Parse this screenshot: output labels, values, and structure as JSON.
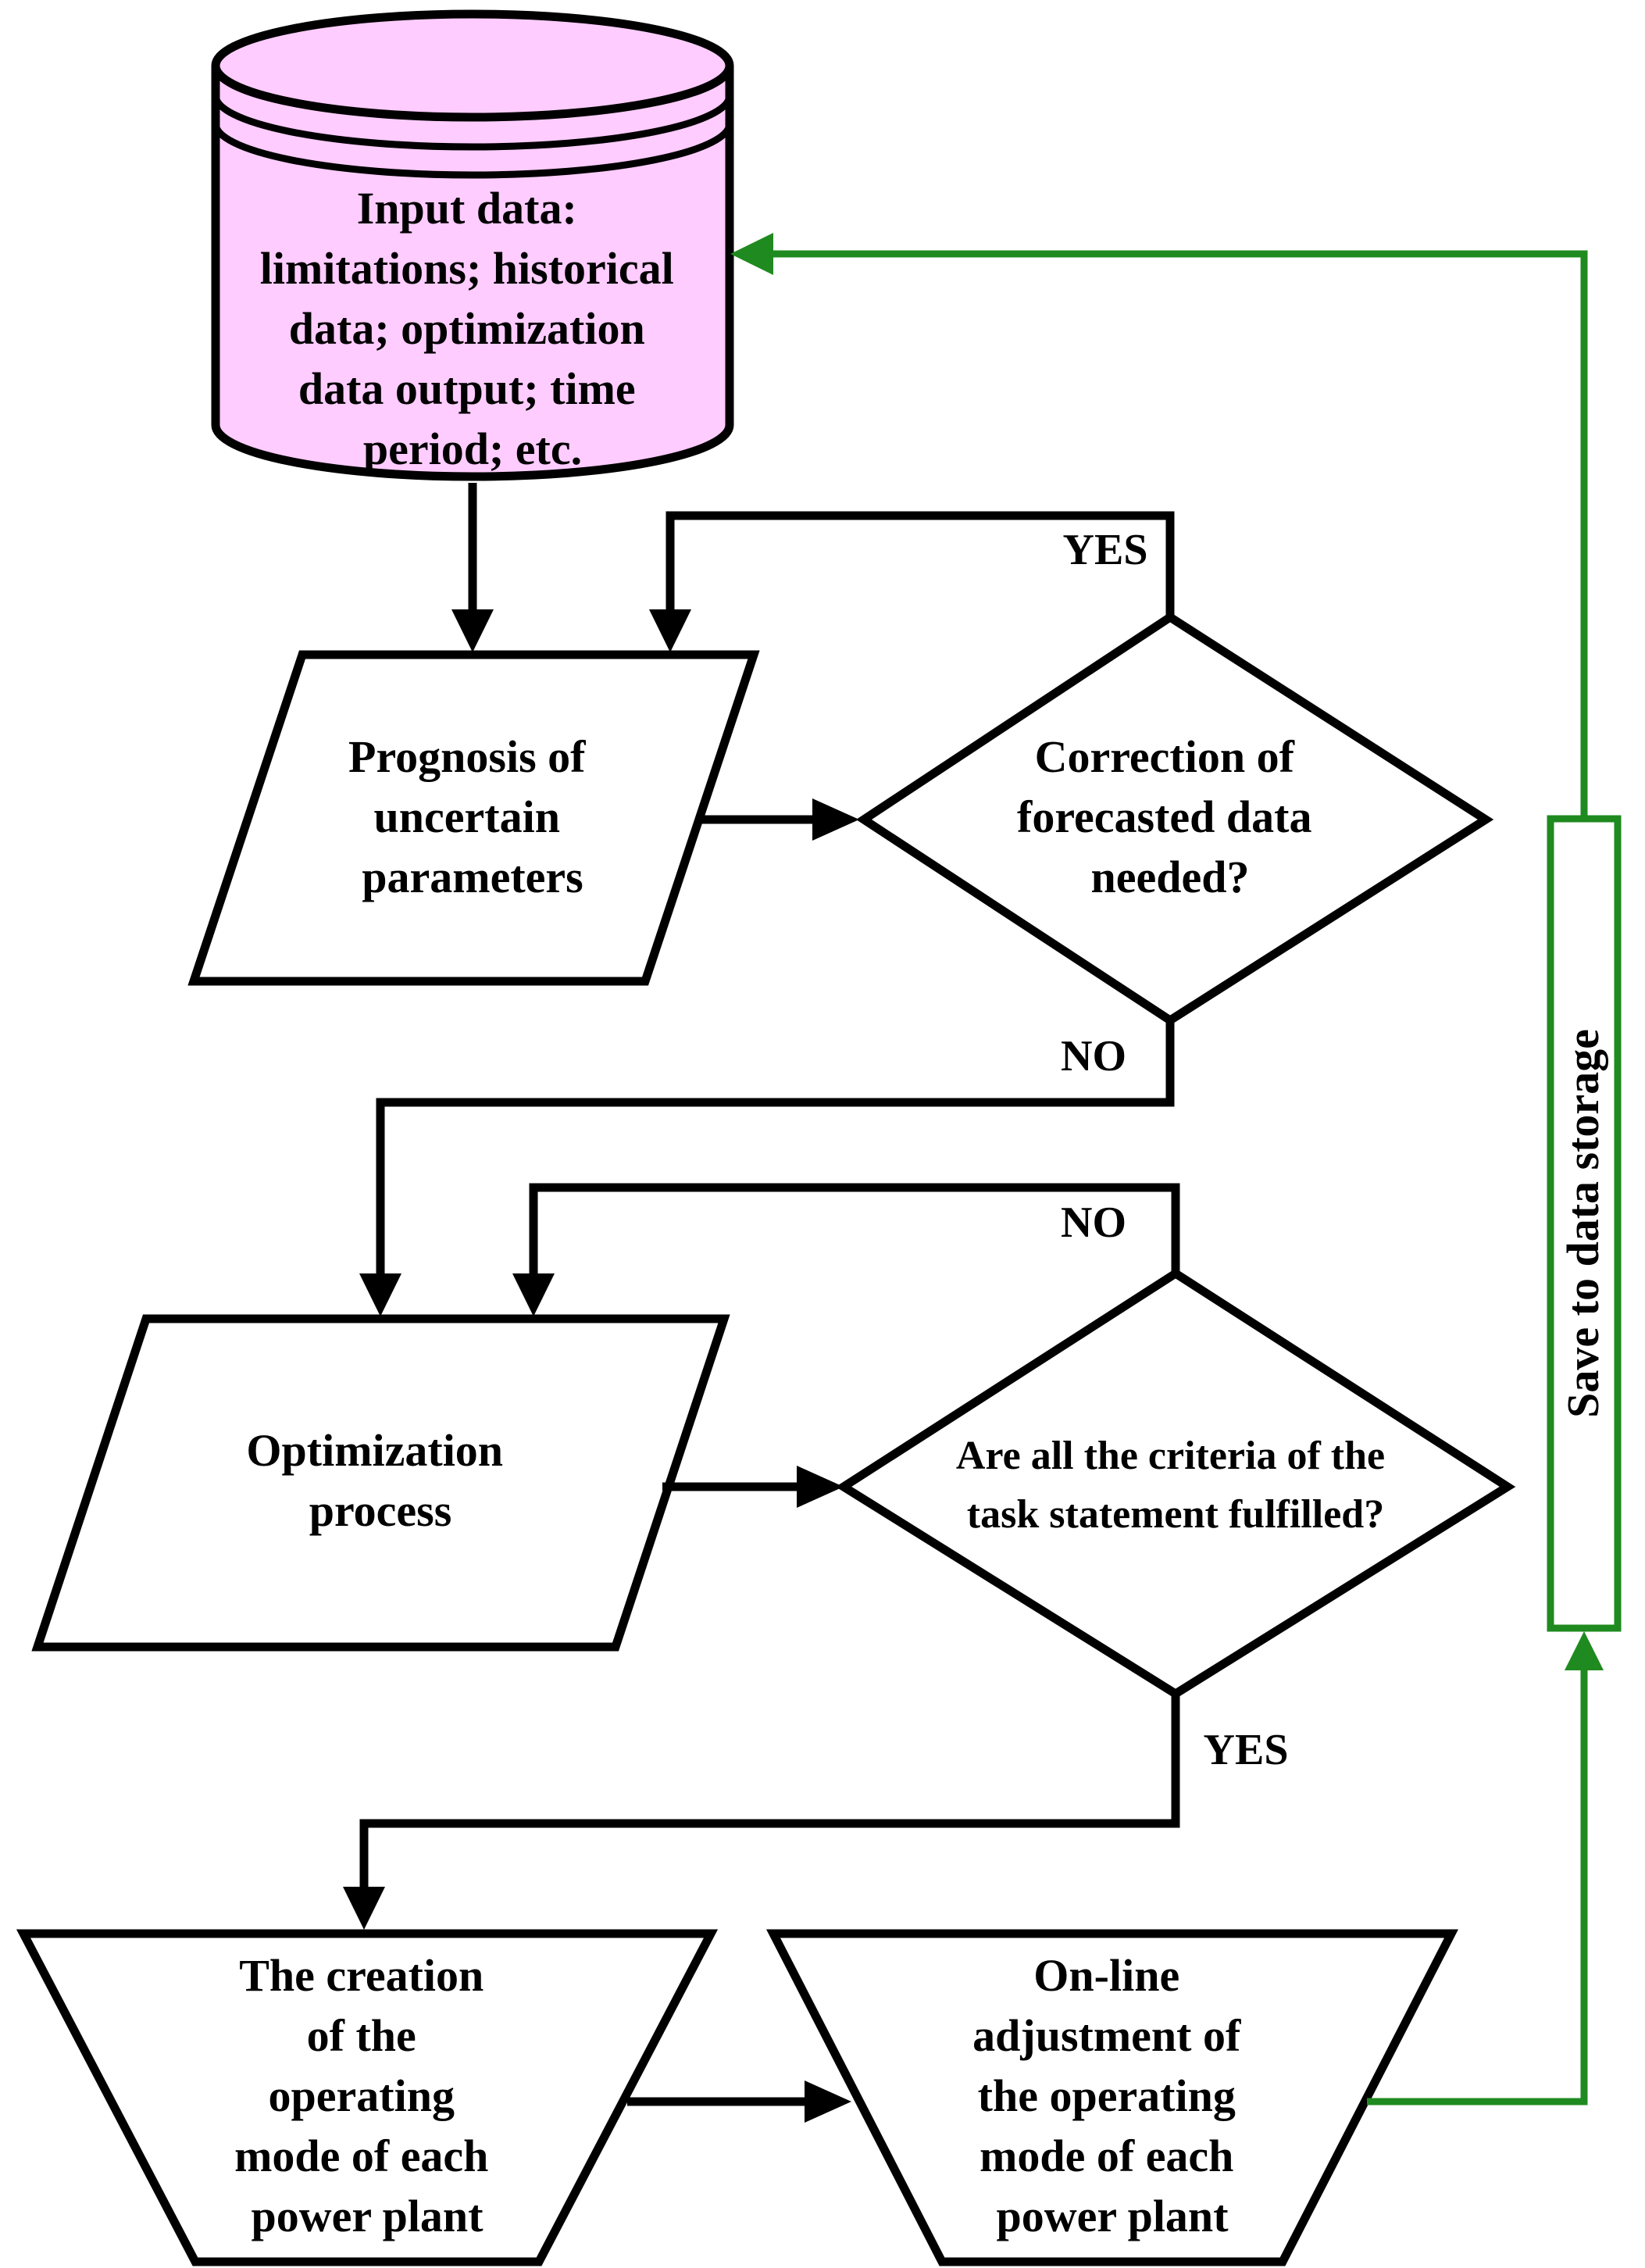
{
  "colors": {
    "database_fill": "#ffccff",
    "outline": "#000000",
    "feedback_line": "#1f8a1f",
    "background": "#ffffff"
  },
  "nodes": {
    "input_data": {
      "lines": [
        "Input data:",
        "limitations; historical",
        "data; optimization",
        "data output; time",
        "period; etc."
      ]
    },
    "prognosis": {
      "lines": [
        "Prognosis of",
        "uncertain",
        "parameters"
      ]
    },
    "correction_decision": {
      "lines": [
        "Correction of",
        "forecasted data",
        "needed?"
      ]
    },
    "optimization": {
      "lines": [
        "Optimization",
        "process"
      ]
    },
    "criteria_decision": {
      "lines": [
        "Are all the criteria of the",
        "task statement fulfilled?"
      ]
    },
    "creation_mode": {
      "lines": [
        "The creation",
        "of the",
        "operating",
        "mode of each",
        "power plant"
      ]
    },
    "online_adjustment": {
      "lines": [
        "On-line",
        "adjustment of",
        "the operating",
        "mode of each",
        "power plant"
      ]
    },
    "save_storage": {
      "label": "Save to data storage"
    }
  },
  "edges": {
    "correction_yes": "YES",
    "correction_no": "NO",
    "criteria_no": "NO",
    "criteria_yes": "YES"
  }
}
